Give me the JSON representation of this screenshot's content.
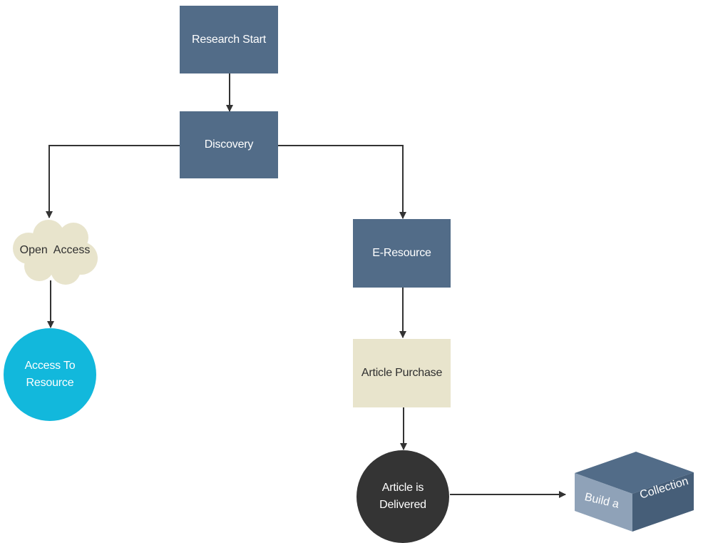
{
  "nodes": {
    "research_start": "Research Start",
    "discovery": "Discovery",
    "open_access": "Open  Access",
    "access_to_resource": [
      "Access To",
      "Resource"
    ],
    "e_resource": "E-Resource",
    "article_purchase": "Article Purchase",
    "article_delivered": [
      "Article is",
      "Delivered"
    ],
    "build_collection": [
      "Build a",
      "Collection"
    ]
  },
  "colors": {
    "node_blue": "#526c88",
    "node_cream": "#e8e4cc",
    "node_cyan": "#12b8dc",
    "node_dark": "#343434",
    "cube_top": "#526c88",
    "cube_left": "#8fa2b8",
    "cube_right": "#465e78",
    "connector": "#333333"
  }
}
